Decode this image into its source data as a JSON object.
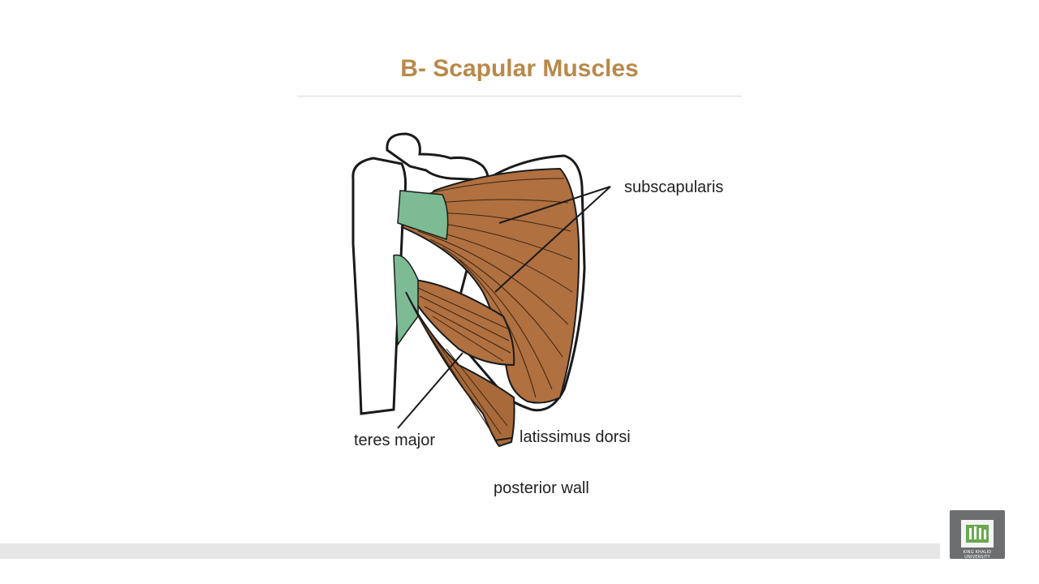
{
  "slide": {
    "title": "B- Scapular Muscles"
  },
  "figure": {
    "labels": {
      "subscapularis": "subscapularis",
      "teres_major": "teres major",
      "latissimus_dorsi": "latissimus dorsi",
      "caption": "posterior wall"
    },
    "colors": {
      "muscle": "#b0703f",
      "tendon": "#7dbb95",
      "bone": "#ffffff",
      "outline": "#1a1a1a"
    }
  },
  "logo": {
    "text": "KING KHALID UNIVERSITY",
    "icon": "university-emblem-icon"
  },
  "colors": {
    "title": "#b8894a",
    "footer_bar": "#e6e6e6",
    "logo_bg": "#6d6e70"
  }
}
